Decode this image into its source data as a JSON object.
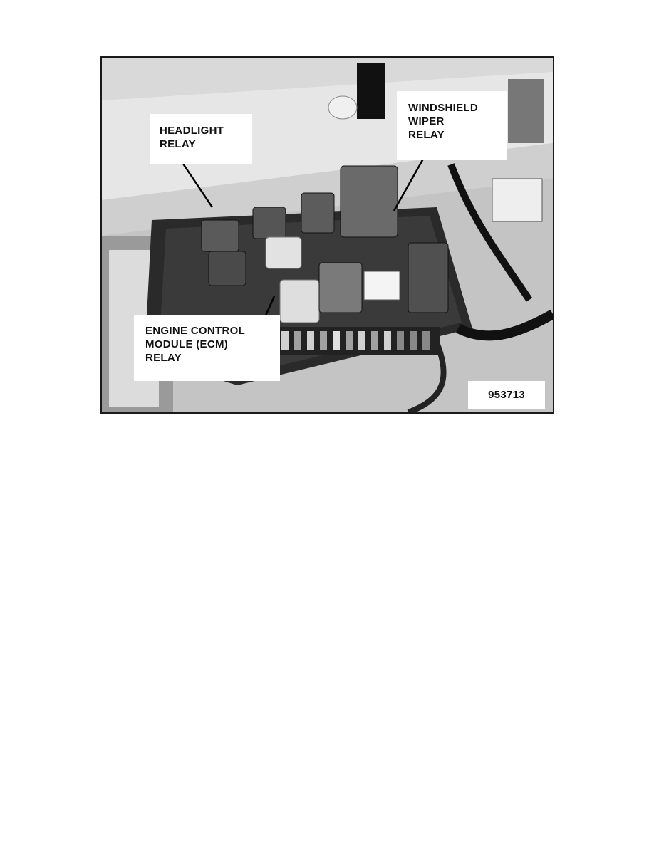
{
  "figure": {
    "callouts": {
      "headlight_relay": [
        "HEADLIGHT",
        "RELAY"
      ],
      "windshield_wiper_relay": [
        "WINDSHIELD",
        "WIPER",
        "RELAY"
      ],
      "ecm_relay": [
        "ENGINE CONTROL",
        "MODULE (ECM)",
        "RELAY"
      ]
    },
    "figure_number": "953713"
  },
  "colors": {
    "frame": "#1a1a1a",
    "photo_bg": "#b8b8b8",
    "callout_bg": "#ffffff",
    "text": "#111111"
  }
}
